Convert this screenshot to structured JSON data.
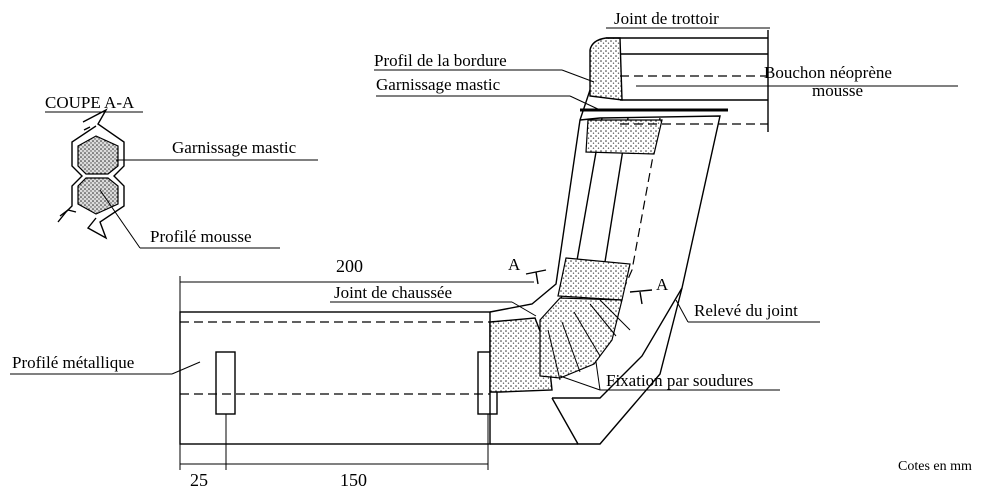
{
  "labels": {
    "coupe_title": "COUPE A-A",
    "coupe_garnissage": "Garnissage mastic",
    "coupe_profile_mousse": "Profilé mousse",
    "joint_trottoir": "Joint de trottoir",
    "profil_bordure": "Profil de la bordure",
    "garnissage_mastic": "Garnissage mastic",
    "bouchon_line1": "Bouchon néoprène",
    "bouchon_line2": "mousse",
    "joint_chaussee": "Joint de chaussée",
    "releve_joint": "Relevé du joint",
    "profile_metallique": "Profilé métallique",
    "fixation": "Fixation par soudures",
    "section_a_left": "A",
    "section_a_right": "A",
    "cotes": "Cotes en mm"
  },
  "dimensions": {
    "d200": "200",
    "d25": "25",
    "d150": "150"
  }
}
